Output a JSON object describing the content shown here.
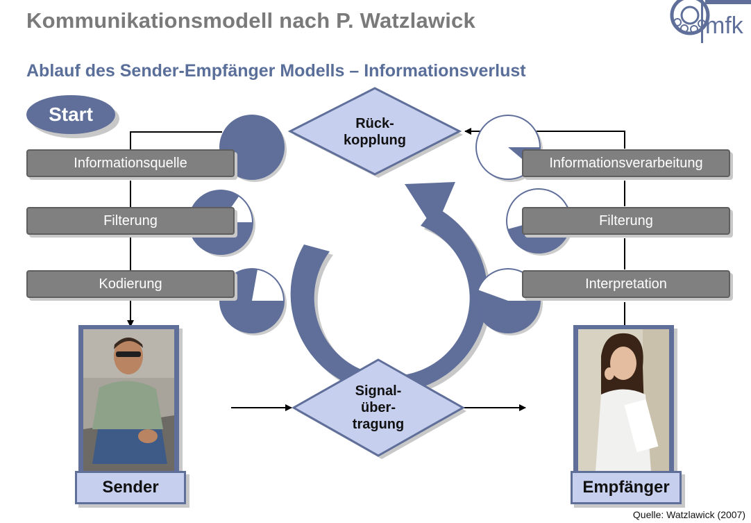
{
  "title": "Kommunikationsmodell nach P. Watzlawick",
  "subtitle": "Ablauf des Sender-Empfänger Modells – Informationsverlust",
  "logo": {
    "text": "mfk",
    "icon": "bearing-logo-icon"
  },
  "start_label": "Start",
  "sender_steps": [
    "Informationsquelle",
    "Filterung",
    "Kodierung"
  ],
  "receiver_steps": [
    "Informationsverarbeitung",
    "Filterung",
    "Interpretation"
  ],
  "feedback": {
    "line1": "Rück-",
    "line2": "kopplung"
  },
  "signal": {
    "line1": "Signal-",
    "line2": "über-",
    "line3": "tragung"
  },
  "sender_label": "Sender",
  "receiver_label": "Empfänger",
  "source": "Quelle: Watzlawick (2007)",
  "colors": {
    "accent": "#5f6f9a",
    "light": "#c7cfee",
    "box": "#808080"
  }
}
